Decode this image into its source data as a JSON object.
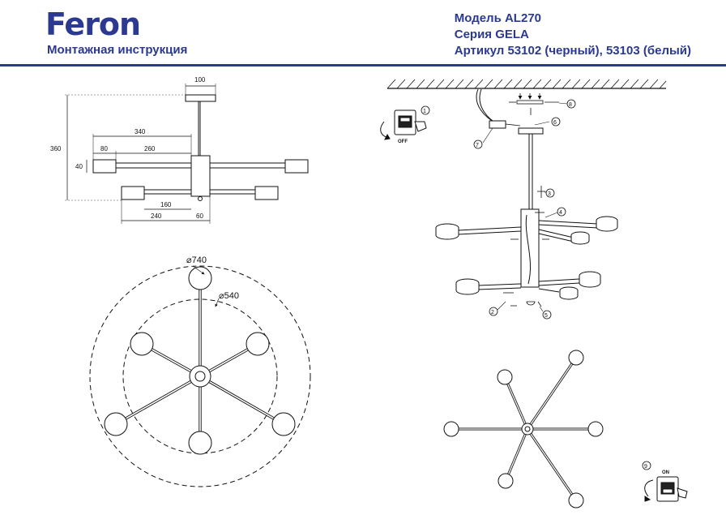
{
  "header": {
    "logo": "Feron",
    "subtitle": "Монтажная инструкция",
    "model": "Модель AL270",
    "series": "Серия GELA",
    "article": "Артикул 53102 (черный), 53103 (белый)"
  },
  "dimensions": {
    "d100": "100",
    "d360": "360",
    "d340": "340",
    "d80": "80",
    "d260": "260",
    "d40": "40",
    "d160": "160",
    "d240": "240",
    "d60": "60",
    "dia740": "⌀740",
    "dia540": "⌀540"
  },
  "steps": {
    "s1": "1",
    "s2": "2",
    "s3": "3",
    "s4": "4",
    "s5": "5",
    "s6": "6",
    "s7": "7",
    "s8": "8",
    "s9": "9",
    "off_label": "OFF",
    "on_label": "ON"
  },
  "colors": {
    "brand": "#2b3990",
    "line": "#111111"
  }
}
